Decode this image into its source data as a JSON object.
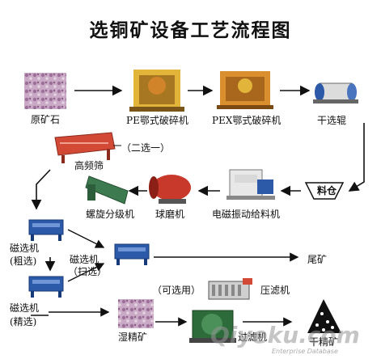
{
  "title": "选铜矿设备工艺流程图",
  "labels": {
    "raw_ore": "原矿石",
    "pe_crusher": "PE鄂式破碎机",
    "pex_crusher": "PEX鄂式破碎机",
    "dry_separator": "干选辊",
    "second_selection": "（二选一）",
    "high_freq_screen": "高频筛",
    "silo": "料仓",
    "spiral_classifier": "螺旋分级机",
    "ball_mill": "球磨机",
    "vibrating_feeder": "电磁振动给料机",
    "mag_sep_rough": "磁选机",
    "mag_sep_rough_sub": "(粗选)",
    "mag_sep_scavenge": "磁选机",
    "mag_sep_scavenge_sub": "（扫选）",
    "tailings": "尾矿",
    "optional": "（可选用）",
    "filter_press": "压滤机",
    "mag_sep_fine": "磁选机",
    "mag_sep_fine_sub": "(精选)",
    "wet_concentrate": "湿精矿",
    "filter": "过滤机",
    "concentrate_pile": "干精矿"
  },
  "watermark": {
    "text": "Qiyeku.com",
    "sub": "Enterprise Database"
  },
  "colors": {
    "crusher_yellow": "#e2b43a",
    "crusher_orange": "#d1842a",
    "separator_blue": "#2c5aa8",
    "screen_red": "#d24a35",
    "mill_red": "#c8392b",
    "classifier_green": "#3d7a4f",
    "ore_purple": "#b48fb0",
    "filter_green": "#2e6b3a"
  }
}
